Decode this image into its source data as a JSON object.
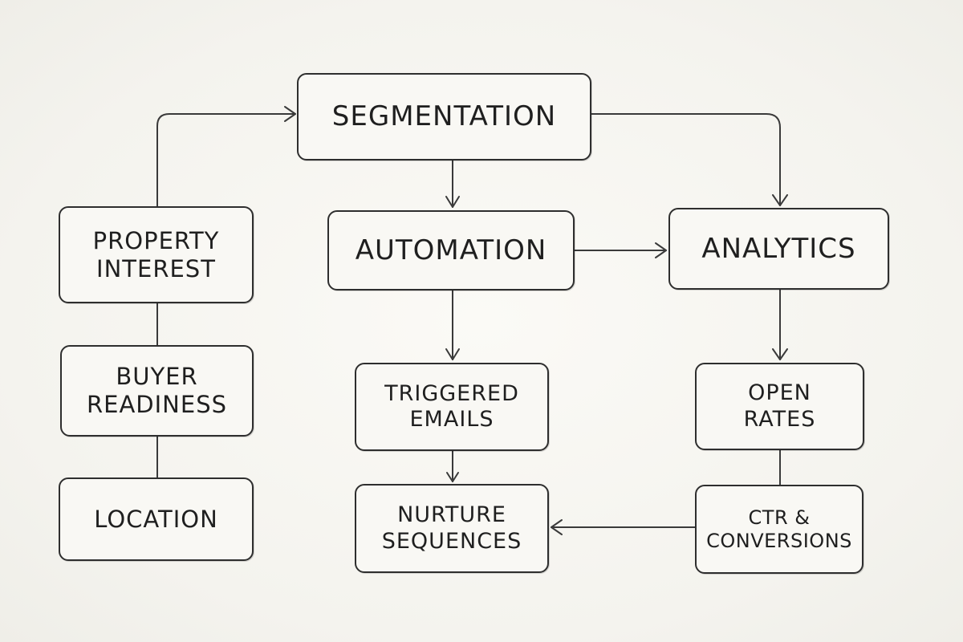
{
  "nodes": {
    "segmentation": {
      "lines": [
        "SEGMENTATION"
      ]
    },
    "automation": {
      "lines": [
        "AUTOMATION"
      ]
    },
    "analytics": {
      "lines": [
        "ANALYTICS"
      ]
    },
    "property_interest": {
      "lines": [
        "PROPERTY",
        "INTEREST"
      ]
    },
    "buyer_readiness": {
      "lines": [
        "BUYER",
        "READINESS"
      ]
    },
    "location": {
      "lines": [
        "LOCATION"
      ]
    },
    "triggered_emails": {
      "lines": [
        "TRIGGERED",
        "EMAILS"
      ]
    },
    "nurture_sequences": {
      "lines": [
        "NURTURE",
        "SEQUENCES"
      ]
    },
    "open_rates": {
      "lines": [
        "OPEN",
        "RATES"
      ]
    },
    "ctr_conversions": {
      "lines": [
        "CTR &",
        "CONVERSIONS"
      ]
    }
  },
  "edges": [
    {
      "from": "property_interest",
      "to": "segmentation",
      "arrow": true
    },
    {
      "from": "segmentation",
      "to": "automation",
      "arrow": true
    },
    {
      "from": "segmentation",
      "to": "analytics",
      "arrow": true
    },
    {
      "from": "automation",
      "to": "analytics",
      "arrow": true
    },
    {
      "from": "automation",
      "to": "triggered_emails",
      "arrow": true
    },
    {
      "from": "triggered_emails",
      "to": "nurture_sequences",
      "arrow": true
    },
    {
      "from": "analytics",
      "to": "open_rates",
      "arrow": true
    },
    {
      "from": "open_rates",
      "to": "ctr_conversions",
      "arrow": false
    },
    {
      "from": "ctr_conversions",
      "to": "nurture_sequences",
      "arrow": true
    },
    {
      "from": "property_interest",
      "to": "buyer_readiness",
      "arrow": false
    },
    {
      "from": "buyer_readiness",
      "to": "location",
      "arrow": false
    }
  ]
}
